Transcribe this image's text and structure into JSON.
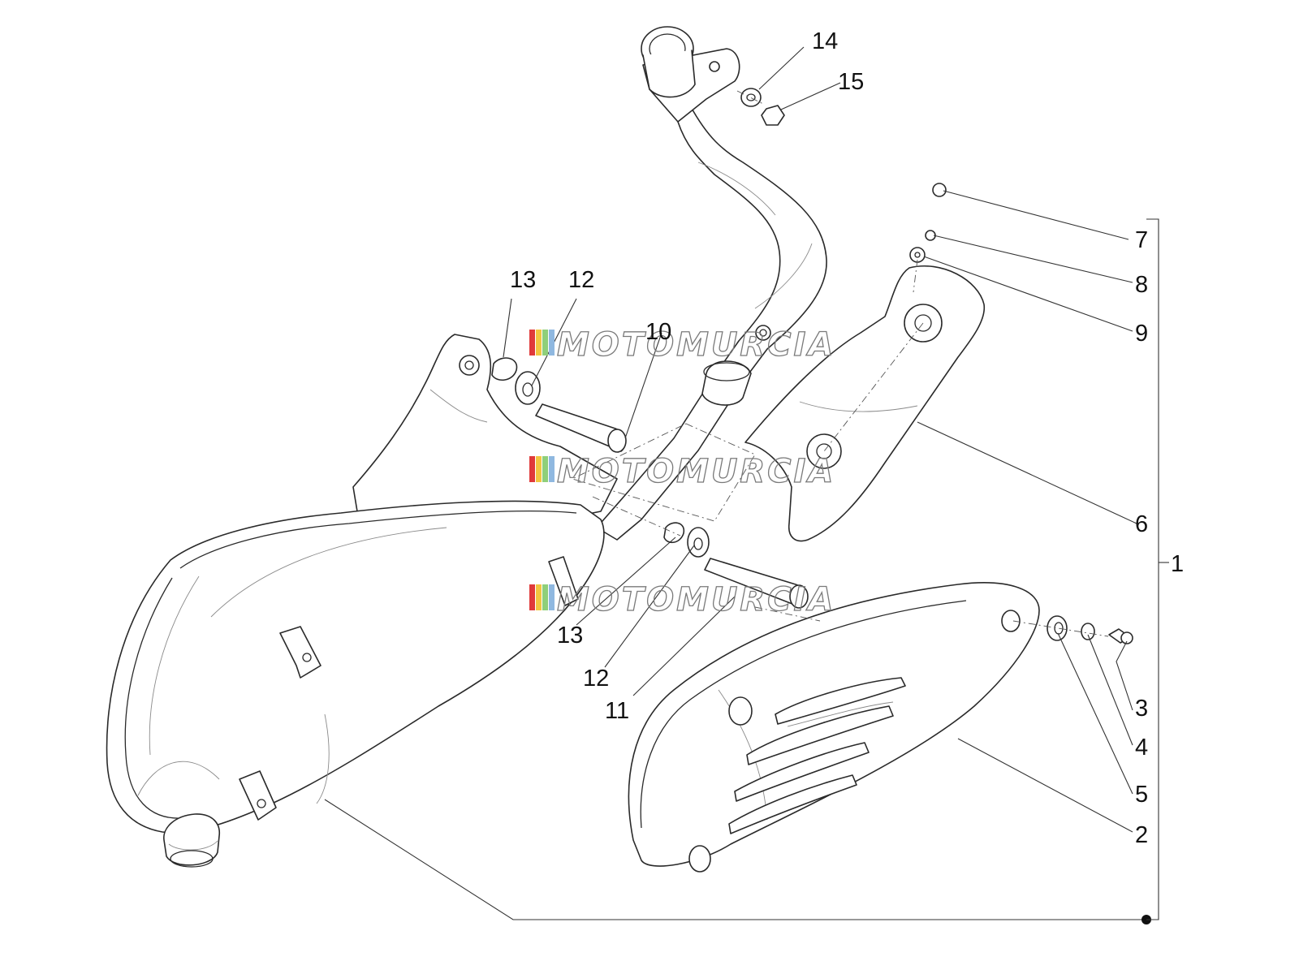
{
  "watermark": {
    "text": "MOTOMURCIA",
    "flag_colors": [
      "#e03a3a",
      "#f2c640",
      "#8fcf7a",
      "#8fb8e0"
    ]
  },
  "callouts": [
    "14",
    "15",
    "7",
    "8",
    "9",
    "13",
    "12",
    "10",
    "6",
    "1",
    "3",
    "4",
    "5",
    "13",
    "12",
    "11",
    "2"
  ],
  "colors": {
    "line": "#2a2a2a",
    "background": "#ffffff"
  }
}
